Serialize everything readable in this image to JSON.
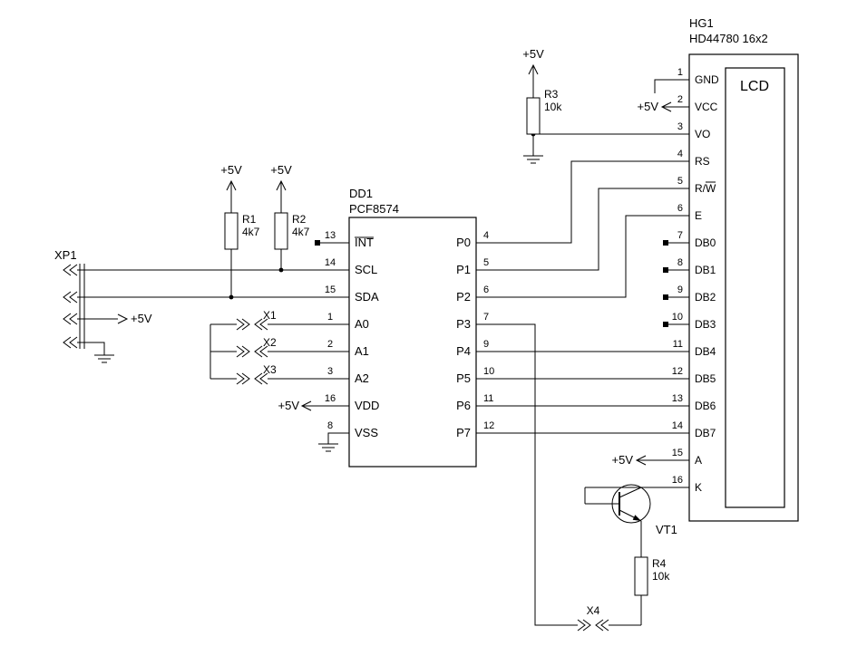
{
  "schematic": {
    "power_label": "+5V",
    "xp1": {
      "ref": "XP1"
    },
    "dd1": {
      "ref": "DD1",
      "part": "PCF8574",
      "left_pins": [
        {
          "num": "13",
          "name": "INT"
        },
        {
          "num": "14",
          "name": "SCL"
        },
        {
          "num": "15",
          "name": "SDA"
        },
        {
          "num": "1",
          "name": "A0"
        },
        {
          "num": "2",
          "name": "A1"
        },
        {
          "num": "3",
          "name": "A2"
        },
        {
          "num": "16",
          "name": "VDD"
        },
        {
          "num": "8",
          "name": "VSS"
        }
      ],
      "right_pins": [
        {
          "num": "4",
          "name": "P0"
        },
        {
          "num": "5",
          "name": "P1"
        },
        {
          "num": "6",
          "name": "P2"
        },
        {
          "num": "7",
          "name": "P3"
        },
        {
          "num": "9",
          "name": "P4"
        },
        {
          "num": "10",
          "name": "P5"
        },
        {
          "num": "11",
          "name": "P6"
        },
        {
          "num": "12",
          "name": "P7"
        }
      ]
    },
    "hg1": {
      "ref": "HG1",
      "part": "HD44780 16x2",
      "screen_label": "LCD",
      "pins": [
        {
          "num": "1",
          "name": "GND"
        },
        {
          "num": "2",
          "name": "VCC"
        },
        {
          "num": "3",
          "name": "VO"
        },
        {
          "num": "4",
          "name": "RS"
        },
        {
          "num": "5",
          "name": "R/W"
        },
        {
          "num": "6",
          "name": "E"
        },
        {
          "num": "7",
          "name": "DB0"
        },
        {
          "num": "8",
          "name": "DB1"
        },
        {
          "num": "9",
          "name": "DB2"
        },
        {
          "num": "10",
          "name": "DB3"
        },
        {
          "num": "11",
          "name": "DB4"
        },
        {
          "num": "12",
          "name": "DB5"
        },
        {
          "num": "13",
          "name": "DB6"
        },
        {
          "num": "14",
          "name": "DB7"
        },
        {
          "num": "15",
          "name": "A"
        },
        {
          "num": "16",
          "name": "K"
        }
      ]
    },
    "resistors": {
      "r1": {
        "ref": "R1",
        "value": "4k7"
      },
      "r2": {
        "ref": "R2",
        "value": "4k7"
      },
      "r3": {
        "ref": "R3",
        "value": "10k"
      },
      "r4": {
        "ref": "R4",
        "value": "10k"
      }
    },
    "transistor": {
      "ref": "VT1"
    },
    "jumpers": {
      "x1": "X1",
      "x2": "X2",
      "x3": "X3",
      "x4": "X4"
    }
  }
}
